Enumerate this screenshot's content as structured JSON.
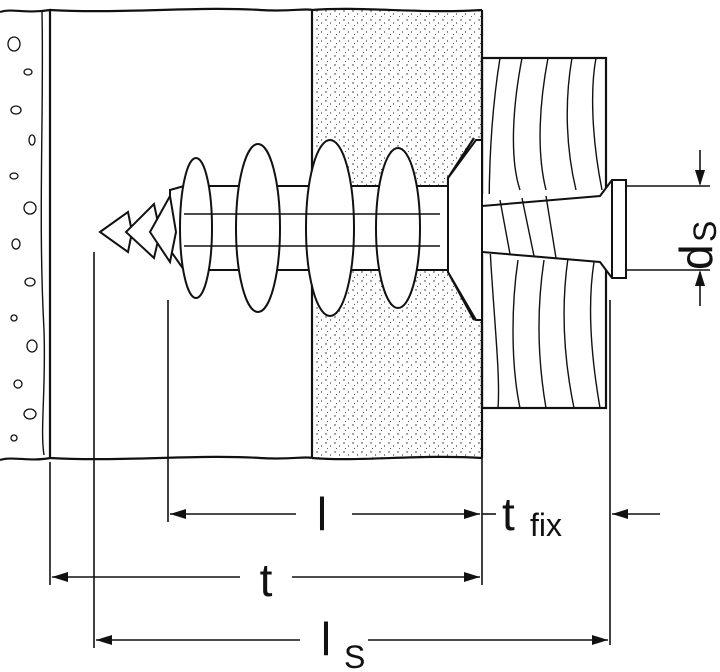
{
  "diagram": {
    "labels": {
      "l": "l",
      "t_main": "t",
      "t_fix_t": "t",
      "t_fix_sub": "fix",
      "l_s_main": "l",
      "l_s_sub": "S",
      "d_s_main": "d",
      "d_s_sub": "S"
    }
  }
}
